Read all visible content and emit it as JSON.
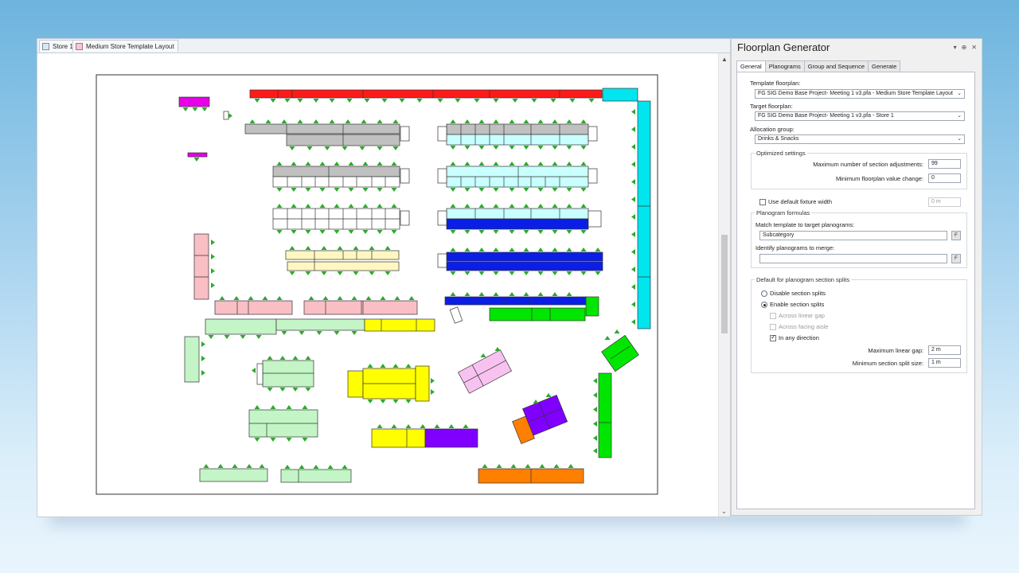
{
  "document": {
    "tabs": [
      {
        "label": "Store 1"
      },
      {
        "label": "Medium Store Template Layout"
      }
    ]
  },
  "floorplan": {
    "colors": {
      "red": "#ff1a1a",
      "cyan": "#00e5ee",
      "magenta": "#e600e6",
      "gray": "#c0c0c0",
      "light_cyan": "#c8ffff",
      "blue": "#0a1ee6",
      "pale_yellow": "#fff7c2",
      "pink": "#f9bfc4",
      "light_green": "#c3f5c6",
      "yellow": "#ffff00",
      "green": "#00e600",
      "violet": "#8000ff",
      "orange": "#ff7f00",
      "lilac": "#f8c2f0",
      "white": "#ffffff",
      "arrow_green": "#2ea82e"
    }
  },
  "panel": {
    "title": "Floorplan Generator",
    "controls": [
      "▾",
      "⊕",
      "✕"
    ],
    "tabs": [
      "General",
      "Planograms",
      "Group and Sequence",
      "Generate"
    ],
    "active_tab": "General",
    "template_floorplan_label": "Template floorplan:",
    "template_floorplan_value": "FG SIG Demo Base Project- Meeting 1 v3.pfa - Medium Store Template Layout",
    "target_floorplan_label": "Target floorplan:",
    "target_floorplan_value": "FG SIG Demo Base Project- Meeting 1 v3.pfa - Store 1",
    "allocation_group_label": "Allocation group:",
    "allocation_group_value": "Drinks & Snacks",
    "optimized_settings": {
      "title": "Optimized settings",
      "max_section_adjustments_label": "Maximum number of section adjustments:",
      "max_section_adjustments_value": "99",
      "min_floorplan_value_change_label": "Minimum floorplan value change:",
      "min_floorplan_value_change_value": "0"
    },
    "use_default_fixture_width_label": "Use default fixture width",
    "use_default_fixture_width_checked": false,
    "default_fixture_width_value": "0 m",
    "planogram_formulas": {
      "title": "Planogram formulas",
      "match_label": "Match template to target planograms:",
      "match_value": "Subcategory",
      "identify_label": "Identify planograms to merge:",
      "identify_value": "",
      "formula_button": "F"
    },
    "section_splits": {
      "title": "Default for planogram section splits",
      "disable_label": "Disable section splits",
      "enable_label": "Enable section splits",
      "selected": "enable",
      "across_linear_gap_label": "Across linear gap",
      "across_facing_aisle_label": "Across facing aisle",
      "in_any_direction_label": "In any direction",
      "in_any_direction_checked": true,
      "max_linear_gap_label": "Maximum linear gap:",
      "max_linear_gap_value": "2 m",
      "min_section_split_label": "Minimum section split size:",
      "min_section_split_value": "1 m"
    }
  }
}
